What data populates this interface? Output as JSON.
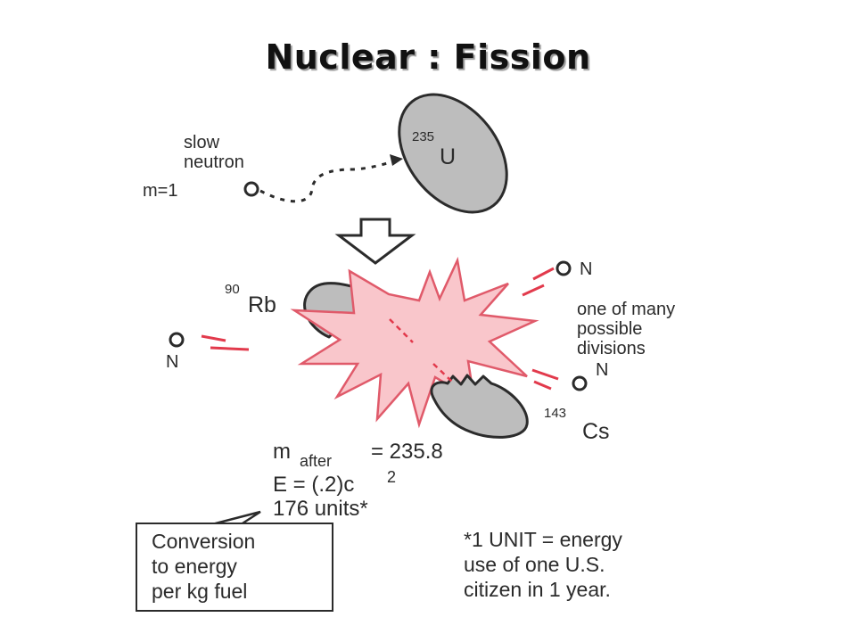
{
  "title": "Nuclear : Fission",
  "incoming": {
    "neutron_label_line1": "slow",
    "neutron_label_line2": "neutron",
    "mass_label": "m=1",
    "uranium_mass_number": "235",
    "uranium_symbol": "U"
  },
  "products": {
    "rubidium_mass_number": "90",
    "rubidium_symbol": "Rb",
    "cesium_mass_number": "143",
    "cesium_symbol": "Cs",
    "neutron_symbol": "N",
    "division_note_line1": "one of many",
    "division_note_line2": "possible",
    "division_note_line3": "divisions"
  },
  "equations": {
    "mass_after_m": "m",
    "mass_after_sub": "after",
    "mass_after_value": "= 235.8",
    "energy_eq": "E = (.2)c",
    "energy_exp": "2",
    "units": "176 units*"
  },
  "conversion_box": {
    "line1": "Conversion",
    "line2": "to energy",
    "line3": "per kg fuel"
  },
  "footnote": {
    "line1": "*1 UNIT = energy",
    "line2": "use of one U.S.",
    "line3": "citizen in 1 year."
  },
  "colors": {
    "nucleus_fill": "#bdbdbd",
    "burst_fill": "#f9c6cb",
    "burst_stroke": "#e05a6a",
    "ink": "#2b2b2b",
    "red_accent": "#e23a4c"
  }
}
